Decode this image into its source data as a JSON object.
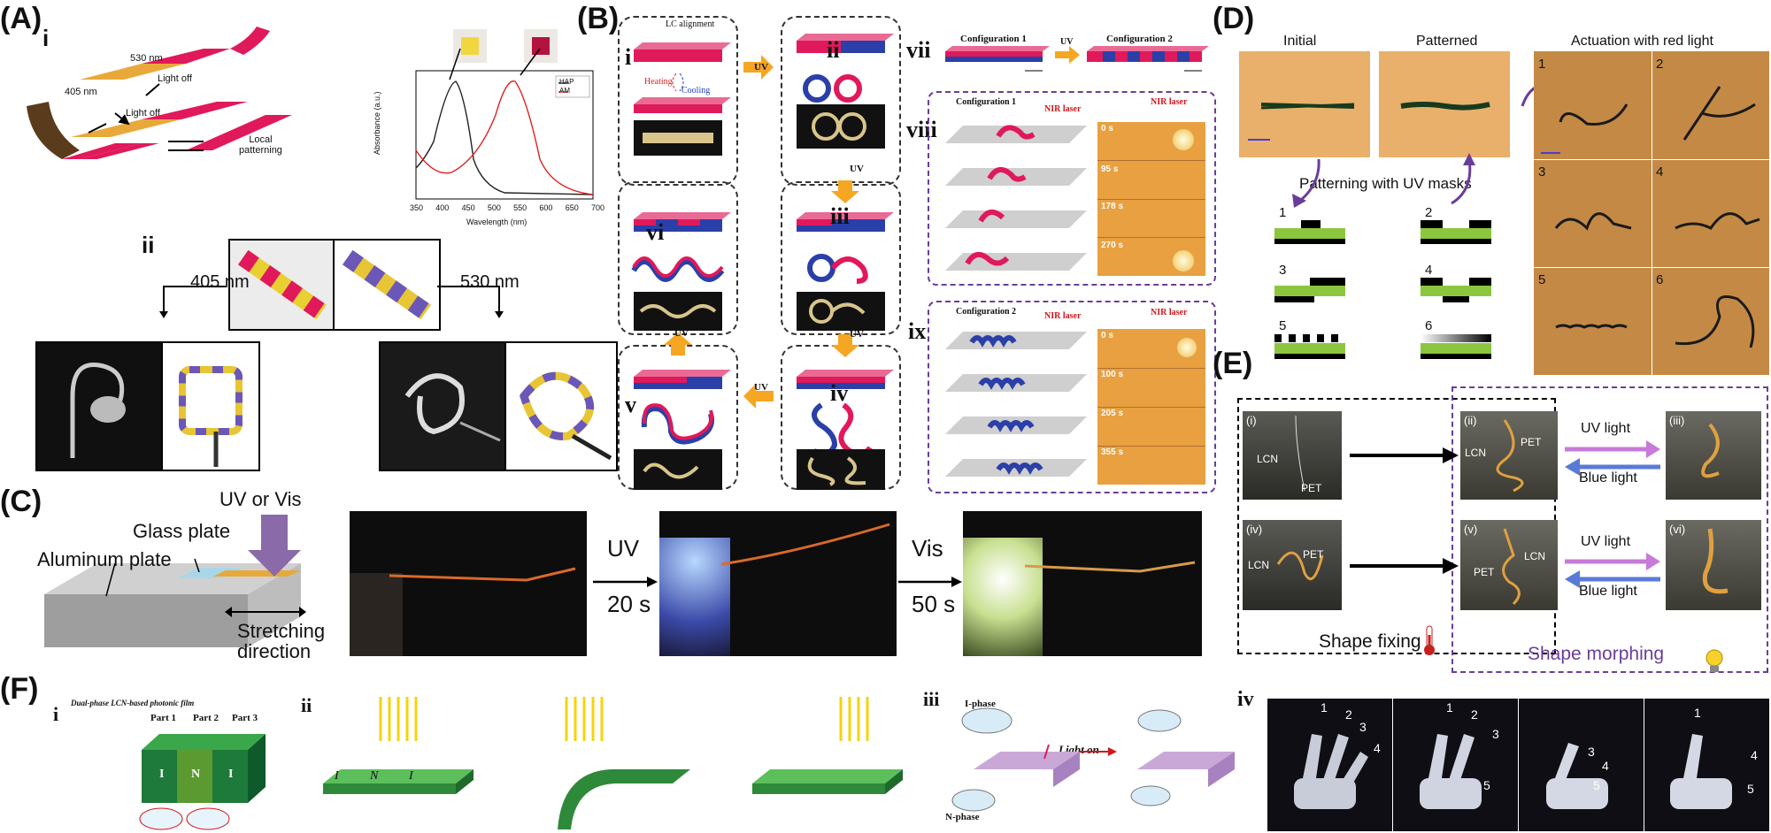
{
  "panels": {
    "a": {
      "label": "(A)",
      "sub_i": "i",
      "sub_ii": "ii",
      "nm530": "530 nm",
      "nm405": "405 nm",
      "light_off_1": "Light off",
      "light_off_2": "Light off",
      "local_patterning": "Local\npatterning",
      "ii_405": "405 nm",
      "ii_530": "530 nm",
      "spectrum": {
        "ylabel": "Absorbance (a.u.)",
        "xlabel": "Wavelength (nm)",
        "xticks": [
          "350",
          "400",
          "450",
          "500",
          "550",
          "600",
          "650",
          "700"
        ],
        "legend": [
          "HAP",
          "AM"
        ]
      }
    },
    "b": {
      "label": "(B)",
      "roman": [
        "i",
        "ii",
        "iii",
        "iv",
        "v",
        "vi",
        "vii",
        "viii",
        "ix"
      ],
      "lc_alignment": "LC alignment",
      "heating": "Heating",
      "cooling": "Cooling",
      "uv": "UV",
      "configuration1": "Configuration 1",
      "configuration2": "Configuration 2",
      "nir_laser": "NIR laser",
      "times_viii": [
        "0 s",
        "95 s",
        "178 s",
        "270 s"
      ],
      "times_ix": [
        "0 s",
        "100 s",
        "205 s",
        "355 s"
      ]
    },
    "c": {
      "label": "(C)",
      "uv_or_vis": "UV or Vis",
      "glass_plate": "Glass plate",
      "aluminum_plate": "Aluminum plate",
      "stretching": "Stretching\ndirection",
      "uv": "UV",
      "t20": "20 s",
      "vis": "Vis",
      "t50": "50 s"
    },
    "d": {
      "label": "(D)",
      "initial": "Initial",
      "patterned": "Patterned",
      "actuation": "Actuation with red light",
      "patterning_masks": "Patterning with UV masks",
      "mask_numbers": [
        "1",
        "2",
        "3",
        "4",
        "5",
        "6"
      ],
      "photo_numbers": [
        "1",
        "2",
        "3",
        "4",
        "5",
        "6"
      ]
    },
    "e": {
      "label": "(E)",
      "sub": [
        "(i)",
        "(ii)",
        "(iii)",
        "(iv)",
        "(v)",
        "(vi)"
      ],
      "lcn": "LCN",
      "pet": "PET",
      "uv_light": "UV light",
      "blue_light": "Blue light",
      "shape_fixing": "Shape fixing",
      "shape_morphing": "Shape morphing"
    },
    "f": {
      "label": "(F)",
      "sub": [
        "i",
        "ii",
        "iii",
        "iv"
      ],
      "film_title": "Dual-phase LCN-based photonic film",
      "parts": [
        "Part 1",
        "Part 2",
        "Part 3"
      ],
      "ini": [
        "I",
        "N",
        "I"
      ],
      "i_phase": "I-phase",
      "n_phase": "N-phase",
      "light_on": "Light on",
      "fingers": [
        "1",
        "2",
        "3",
        "4",
        "5"
      ]
    }
  },
  "colors": {
    "pink": "#e0195a",
    "yellow": "#e8a93a",
    "blue": "#2b3fa8",
    "green": "#8cc63f",
    "purple": "#7a5aa8",
    "orange": "#f5a623"
  }
}
